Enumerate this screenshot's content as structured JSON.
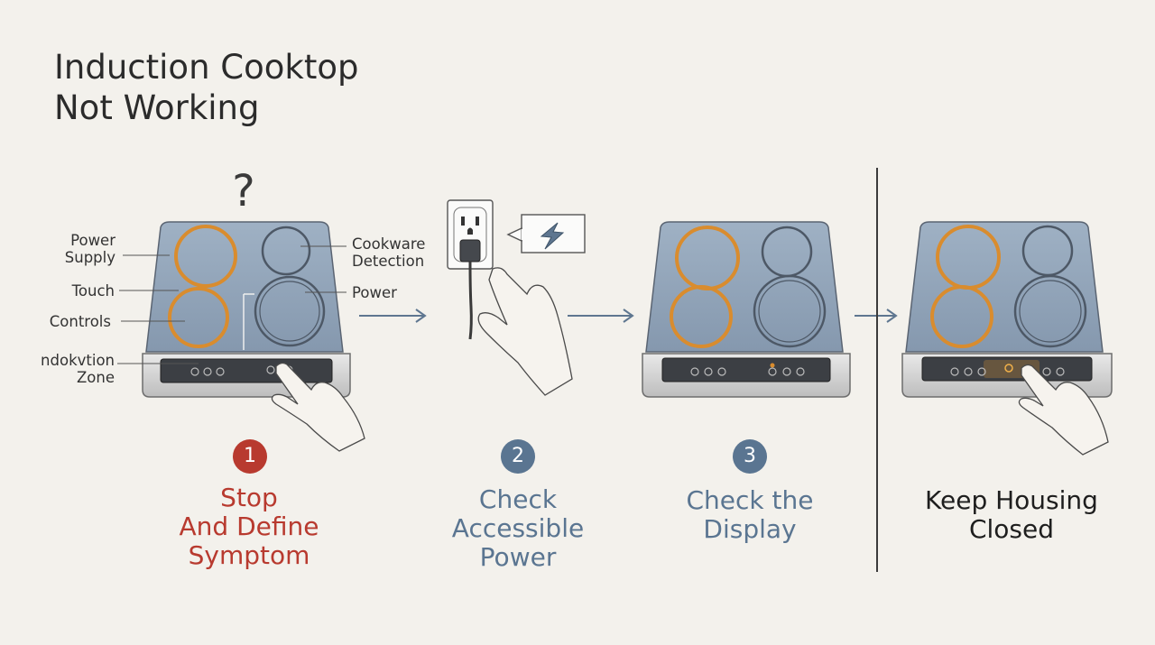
{
  "title": {
    "line1": "Induction Cooktop",
    "line2": "Not Working"
  },
  "labels": {
    "power_supply": [
      "Power",
      "Supply"
    ],
    "touch": "Touch",
    "controls": "Controls",
    "induction_zone": [
      "ndokvtion",
      "Zone"
    ],
    "cookware_detection": [
      "Cookware",
      "Detection"
    ],
    "power": "Power"
  },
  "question_mark": "?",
  "steps": [
    {
      "number": "1",
      "lines": [
        "Stop",
        "And Define",
        "Symptom"
      ],
      "color": "#b83a2f"
    },
    {
      "number": "2",
      "lines": [
        "Check",
        "Accessible",
        "Power"
      ],
      "color": "#5a7591"
    },
    {
      "number": "3",
      "lines": [
        "Check the",
        "Display"
      ],
      "color": "#5a7591"
    },
    {
      "number": "",
      "lines": [
        "Keep Housing",
        "Closed"
      ],
      "color": "#1e1e1e"
    }
  ],
  "colors": {
    "background": "#f3f1ec",
    "cooktop_glass": "#93a6bb",
    "hot_ring": "#d98c2e",
    "cold_ring": "#4d5866",
    "arrow": "#5e7690",
    "divider": "#3b3b3b",
    "accent_red": "#b83a2f"
  }
}
